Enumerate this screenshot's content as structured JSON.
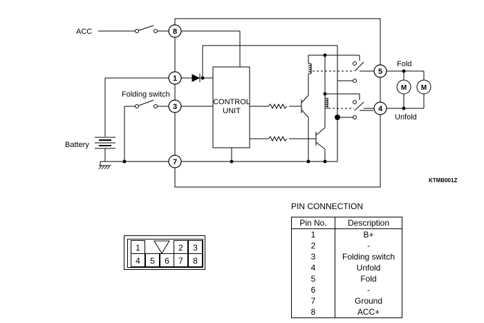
{
  "diagram": {
    "labels": {
      "acc": "ACC",
      "folding_switch": "Folding switch",
      "battery": "Battery",
      "control_unit_line1": "CONTROL",
      "control_unit_line2": "UNIT",
      "fold": "Fold",
      "unfold": "Unfold",
      "motor_symbol": "M",
      "figure_code": "KTMB001Z"
    },
    "terminals": [
      "8",
      "1",
      "3",
      "7",
      "5",
      "4"
    ]
  },
  "pin_connection": {
    "title": "PIN CONNECTION",
    "headers": [
      "Pin No.",
      "Description"
    ],
    "rows": [
      [
        "1",
        "B+"
      ],
      [
        "2",
        "-"
      ],
      [
        "3",
        "Folding switch"
      ],
      [
        "4",
        "Unfold"
      ],
      [
        "5",
        "Fold"
      ],
      [
        "6",
        "-"
      ],
      [
        "7",
        "Ground"
      ],
      [
        "8",
        "ACC+"
      ]
    ]
  },
  "connector": {
    "top_row": [
      "1",
      "2",
      "3"
    ],
    "bottom_row": [
      "4",
      "5",
      "6",
      "7",
      "8"
    ]
  }
}
